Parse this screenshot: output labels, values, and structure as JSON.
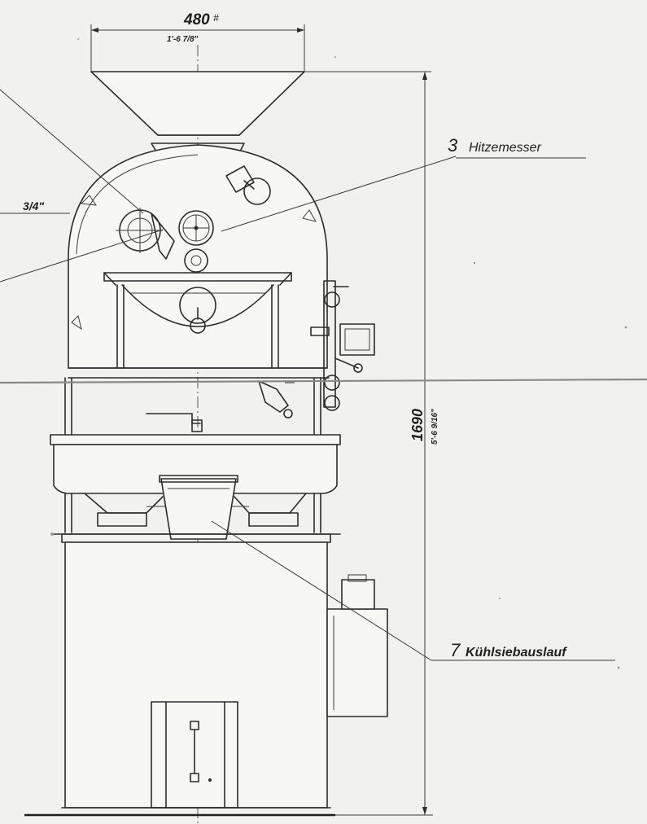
{
  "dimensions": {
    "width_mm": "480",
    "width_in": "1'-6 7/8\"",
    "height_mm": "1690",
    "height_in": "5'-6 9/16\""
  },
  "callouts": {
    "thermometer": {
      "number": "3",
      "text": "Hitzemesser"
    },
    "cooler_outlet": {
      "number": "7",
      "text": "Kühlsiebauslauf"
    },
    "fragment_left": "3/4\""
  },
  "colors": {
    "paper": "#f1f1ee",
    "ink": "#2c2c2c"
  }
}
